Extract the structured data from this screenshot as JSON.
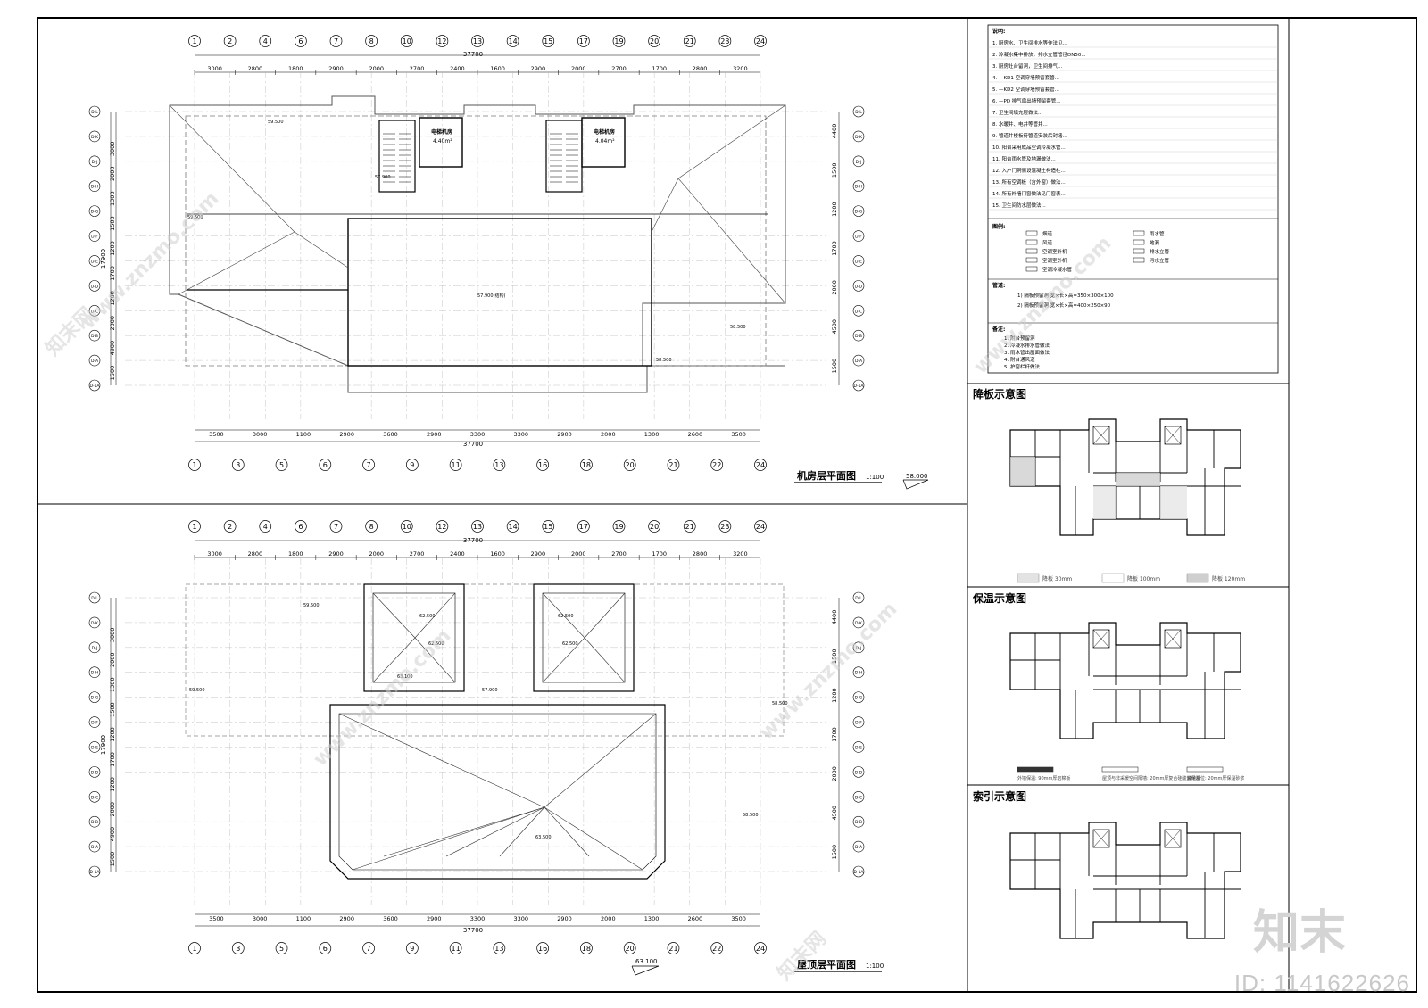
{
  "plans": [
    {
      "title": "机房层平面图",
      "scale": "1:100",
      "elevation": "58.000",
      "top_axes": [
        "1",
        "2",
        "4",
        "6",
        "7",
        "8",
        "10",
        "12",
        "13",
        "14",
        "15",
        "17",
        "19",
        "20",
        "21",
        "23",
        "24"
      ],
      "bottom_axes": [
        "1",
        "3",
        "5",
        "6",
        "7",
        "9",
        "11",
        "13",
        "16",
        "18",
        "20",
        "21",
        "22",
        "24"
      ],
      "top_dims": [
        "3000",
        "2800",
        "1800",
        "2900",
        "2000",
        "2700",
        "2400",
        "1600",
        "2900",
        "2000",
        "2700",
        "1700",
        "2800",
        "3200"
      ],
      "bottom_dims": [
        "3500",
        "3000",
        "1100",
        "2900",
        "3600",
        "2900",
        "3300",
        "3300",
        "2900",
        "2000",
        "1300",
        "2600",
        "3500"
      ],
      "overall_dim": "37700",
      "left_axes": [
        "D-L",
        "D-K",
        "D-J",
        "D-H",
        "D-G",
        "D-F",
        "D-E",
        "D-D",
        "D-C",
        "D-B",
        "D-A",
        "D-1A"
      ],
      "left_dims": [
        "3000",
        "2000",
        "1300",
        "1500",
        "1200",
        "1700",
        "1200",
        "2000",
        "4900",
        "1500"
      ],
      "overall_height": "17900",
      "right_dims": [
        "4400",
        "1500",
        "1200",
        "1700",
        "2000",
        "4500",
        "1500"
      ],
      "labels": [
        "电梯机房",
        "4.40m²",
        "电梯机房",
        "4.04m²",
        "57.900(结构)",
        "59.500",
        "59.500",
        "57.900",
        "58.500",
        "58.500"
      ]
    },
    {
      "title": "屋顶层平面图",
      "scale": "1:100",
      "elevation": "63.100",
      "top_axes": [
        "1",
        "2",
        "4",
        "6",
        "7",
        "8",
        "10",
        "12",
        "13",
        "14",
        "15",
        "17",
        "19",
        "20",
        "21",
        "23",
        "24"
      ],
      "bottom_axes": [
        "1",
        "3",
        "5",
        "6",
        "7",
        "9",
        "11",
        "13",
        "16",
        "18",
        "20",
        "21",
        "22",
        "24"
      ],
      "top_dims": [
        "3000",
        "2800",
        "1800",
        "2900",
        "2000",
        "2700",
        "2400",
        "1600",
        "2900",
        "2000",
        "2700",
        "1700",
        "2800",
        "3200"
      ],
      "bottom_dims": [
        "3500",
        "3000",
        "1100",
        "2900",
        "3600",
        "2900",
        "3300",
        "3300",
        "2900",
        "2000",
        "1300",
        "2600",
        "3500"
      ],
      "overall_dim": "37700",
      "left_axes": [
        "D-L",
        "D-K",
        "D-J",
        "D-H",
        "D-G",
        "D-F",
        "D-E",
        "D-D",
        "D-C",
        "D-B",
        "D-A",
        "D-1A"
      ],
      "left_dims": [
        "3000",
        "2000",
        "1300",
        "1500",
        "1200",
        "1700",
        "1200",
        "2000",
        "4900",
        "1500"
      ],
      "overall_height": "17900",
      "right_dims": [
        "4400",
        "1500",
        "1200",
        "1700",
        "2000",
        "4500",
        "1500"
      ],
      "labels": [
        "59.500",
        "62.500",
        "62.500",
        "62.500",
        "62.500",
        "63.100",
        "63.500",
        "59.500",
        "58.500",
        "58.500",
        "57.900"
      ]
    }
  ],
  "notes": {
    "heading": "说明:",
    "items": [
      "1.  厨房水、卫生间排水等作法见...",
      "2.  冷凝水集中排放，排水立管管径DN50...",
      "3.  厨房灶台留洞，卫生间排气...",
      "4.  —KD1 空调穿墙预留套管...",
      "5.  —KD2 空调穿墙预留套管...",
      "6.  —PD 排气扇出墙预留套管...",
      "7.  卫生间填充层做法...",
      "8.  水暖井、电井等管井...",
      "9.  管道井楼板待管道安装后封堵...",
      "10. 阳台采用成品空调冷凝水管...",
      "11. 阳台雨水管及地漏做法...",
      "12. 入户门洞侧设混凝土构造柱...",
      "13. 所有空调板（含外窗）做法...",
      "14. 所有外墙门窗做法见门窗表...",
      "15. 卫生间防水层做法..."
    ],
    "legend_heading": "图例:",
    "legend": [
      "烟道",
      "风道",
      "空调室外机",
      "空调室外机",
      "空调冷凝水管",
      "雨水管",
      "地漏",
      "排水立管",
      "污水立管"
    ],
    "sub_heading": "管道:",
    "sub_items": [
      "1) 隔板预留洞 宽×长×高=350×300×100",
      "2) 隔板预留洞 宽×长×高=400×250×90"
    ],
    "extra_heading": "备注:",
    "extra_items": [
      "1. 附台预留洞",
      "2. 冷凝水排水管做法",
      "3. 雨水管出屋面做法",
      "4. 附台通风道",
      "5. 护窗栏杆做法"
    ]
  },
  "side_panels": [
    {
      "title": "降板示意图",
      "legend": [
        "降板 30mm",
        "降板 100mm",
        "降板 120mm"
      ]
    },
    {
      "title": "保温示意图",
      "legend": [
        "外墙保温: 90mm厚岩棉板",
        "屋顶与非采暖空间隔墙: 20mm厚复合硅酸盐保温",
        "其他部位: 20mm厚保温砂浆"
      ]
    },
    {
      "title": "索引示意图",
      "legend": []
    }
  ],
  "watermark": {
    "site": "www.znzmo.com",
    "brand": "知末网",
    "logo": "知末",
    "id": "ID: 1141622626"
  }
}
